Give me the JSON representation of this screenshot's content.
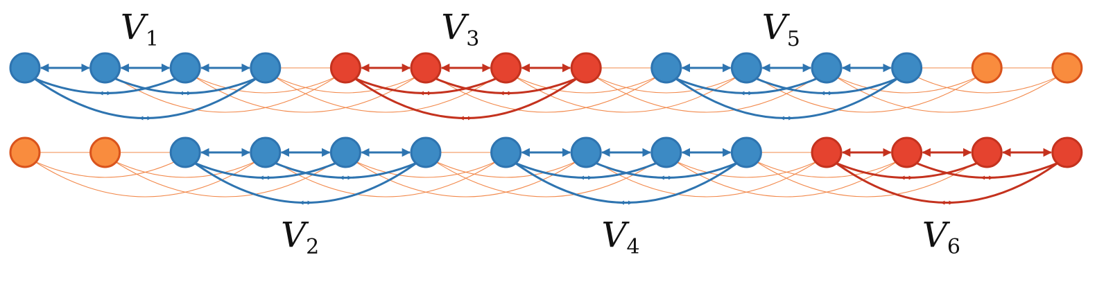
{
  "colors": {
    "blue_fill": "#3C8AC4",
    "blue_stroke": "#2E74B0",
    "red_fill": "#E5432F",
    "red_stroke": "#C4321E",
    "orange_fill": "#F98C3E",
    "orange_stroke": "#D9531C",
    "orange_edge": "#F2884A"
  },
  "rows": [
    {
      "nodes": [
        "blue",
        "blue",
        "blue",
        "blue",
        "red",
        "red",
        "red",
        "red",
        "blue",
        "blue",
        "blue",
        "blue",
        "orange",
        "orange"
      ],
      "groups": [
        {
          "label": "V",
          "subscript": "1",
          "start": 0,
          "end": 3,
          "color": "blue",
          "label_position": "above"
        },
        {
          "label": "V",
          "subscript": "3",
          "start": 4,
          "end": 7,
          "color": "red",
          "label_position": "above"
        },
        {
          "label": "V",
          "subscript": "5",
          "start": 8,
          "end": 11,
          "color": "blue",
          "label_position": "above"
        }
      ]
    },
    {
      "nodes": [
        "orange",
        "orange",
        "blue",
        "blue",
        "blue",
        "blue",
        "blue",
        "blue",
        "blue",
        "blue",
        "red",
        "red",
        "red",
        "red"
      ],
      "groups": [
        {
          "label": "V",
          "subscript": "2",
          "start": 2,
          "end": 5,
          "color": "blue",
          "label_position": "below"
        },
        {
          "label": "V",
          "subscript": "4",
          "start": 6,
          "end": 9,
          "color": "blue",
          "label_position": "below"
        },
        {
          "label": "V",
          "subscript": "6",
          "start": 10,
          "end": 13,
          "color": "red",
          "label_position": "below"
        }
      ]
    }
  ]
}
